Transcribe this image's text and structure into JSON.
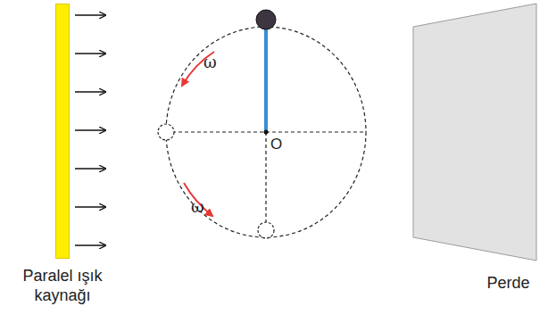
{
  "diagram": {
    "nodes": [
      {
        "text": [
          "Paralel ışık kaynağı"
        ]
      },
      {
        "text": [
          "Perde"
        ]
      }
    ],
    "labels": [
      "ω",
      "O",
      "ω"
    ]
  }
}
